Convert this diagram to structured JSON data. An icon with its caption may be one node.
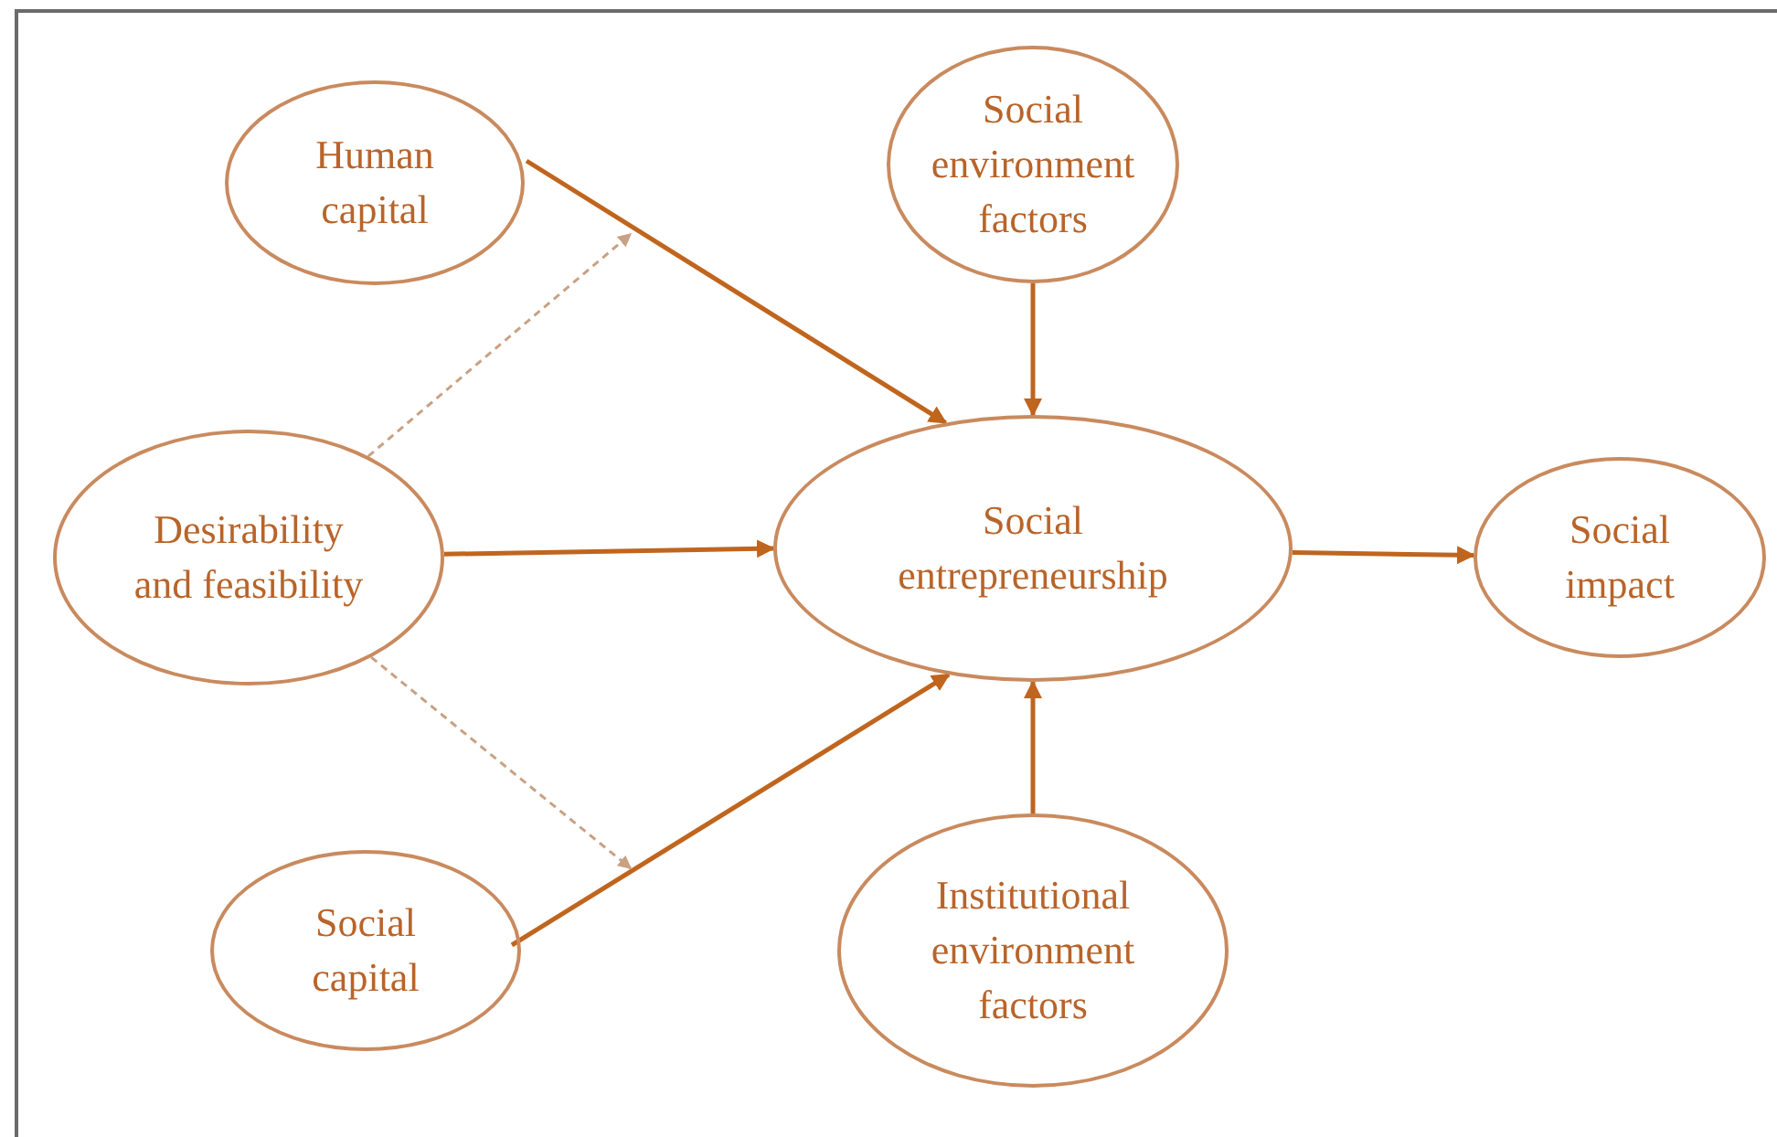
{
  "diagram": {
    "nodes": [
      {
        "text": [
          "Human capital"
        ]
      },
      {
        "text": [
          "Social environment factors"
        ]
      },
      {
        "text": [
          "Desirability and feasibility"
        ]
      },
      {
        "text": [
          "Social entrepreneurship"
        ]
      },
      {
        "text": [
          "Social impact"
        ]
      },
      {
        "text": [
          "Social capital"
        ]
      },
      {
        "text": [
          "Institutional environment factors"
        ]
      }
    ],
    "edges": [
      {
        "from": 0,
        "to": 3,
        "arrow": "to"
      },
      {
        "from": 1,
        "to": 3,
        "arrow": "to"
      },
      {
        "from": 2,
        "to": 3,
        "arrow": "to"
      },
      {
        "from": 3,
        "to": 4,
        "arrow": "to"
      },
      {
        "from": 5,
        "to": 3,
        "arrow": "to"
      },
      {
        "from": 6,
        "to": 3,
        "arrow": "to"
      },
      {
        "from": 2,
        "to": null,
        "arrow": "to",
        "style": "dashed",
        "color": "#c9a184"
      },
      {
        "from": 2,
        "to": null,
        "arrow": "to",
        "style": "dashed",
        "color": "#c9a184"
      }
    ]
  }
}
